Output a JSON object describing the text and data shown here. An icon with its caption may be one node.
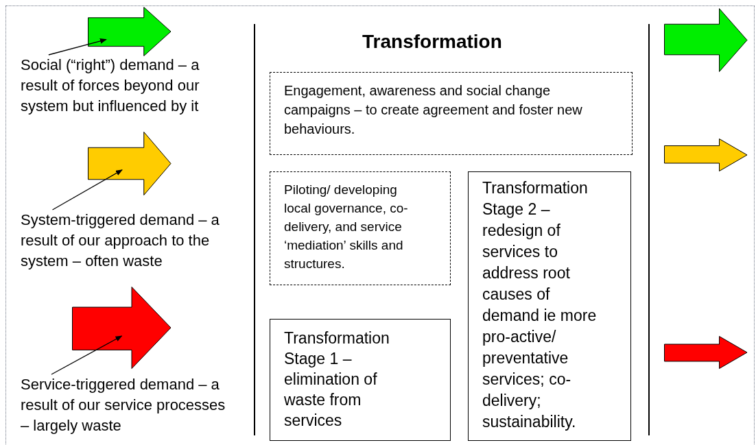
{
  "diagram": {
    "title": "Transformation",
    "nodes": [
      {
        "text": [],
        "shape": "arrow"
      },
      {
        "text": [
          "Social (“right”) demand – a result of forces beyond our system but influenced by it"
        ]
      },
      {
        "text": [],
        "shape": "arrow"
      },
      {
        "text": [
          "System-triggered demand – a result of our approach to the system – often waste"
        ]
      },
      {
        "text": [],
        "shape": "arrow"
      },
      {
        "text": [
          "Service-triggered demand – a result of our service processes – largely waste"
        ]
      },
      {
        "text": [
          "Engagement, awareness and social change campaigns – to create agreement and foster new behaviours."
        ]
      },
      {
        "text": [
          "Piloting/ developing local governance, co-delivery, and service ‘mediation’ skills and structures."
        ]
      },
      {
        "text": [
          "Transformation Stage 1 – elimination of waste from services"
        ]
      },
      {
        "text": [
          "Transformation Stage 2 – redesign of services to address root causes of demand ie more pro-active/ preventative services; co-delivery; sustainability."
        ]
      },
      {
        "text": [],
        "shape": "arrow"
      },
      {
        "text": [],
        "shape": "arrow"
      },
      {
        "text": [],
        "shape": "arrow"
      }
    ],
    "edges": [
      {
        "from": 1,
        "to": 0,
        "arrow": "to"
      },
      {
        "from": 3,
        "to": 2,
        "arrow": "to"
      },
      {
        "from": 5,
        "to": 4,
        "arrow": "to"
      }
    ]
  }
}
